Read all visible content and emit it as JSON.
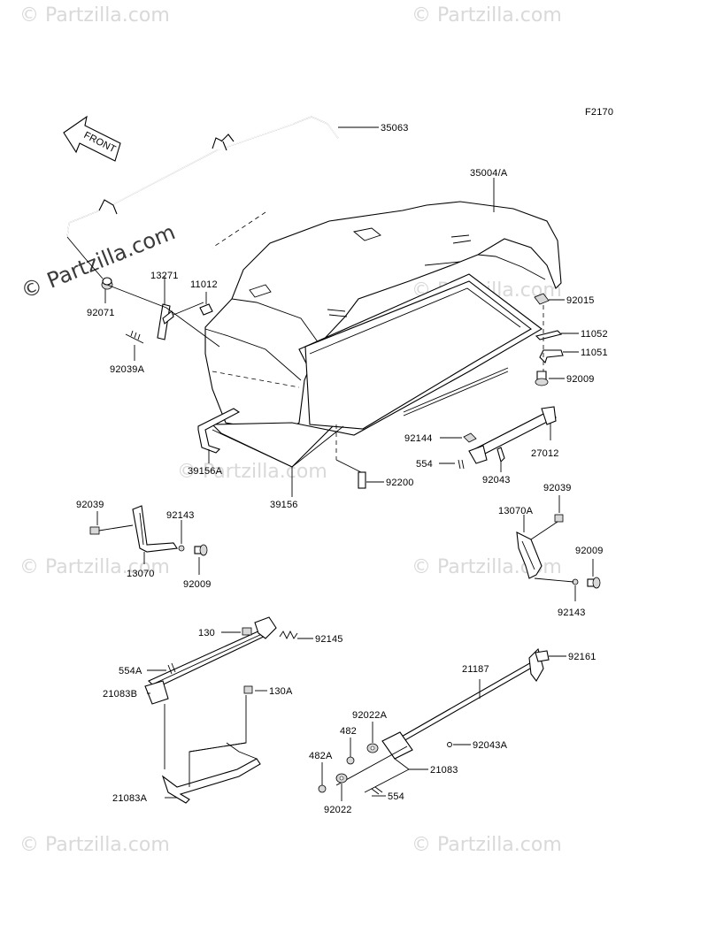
{
  "figure_code": "F2170",
  "watermark": "© Partzilla.com",
  "front_arrow_label": "FRONT",
  "labels": {
    "l35063": "35063",
    "l35004A": "35004/A",
    "l92071": "92071",
    "l13271": "13271",
    "l11012": "11012",
    "l92039A": "92039A",
    "l92015": "92015",
    "l11052": "11052",
    "l11051": "11051",
    "l92009a": "92009",
    "l92144": "92144",
    "l27012": "27012",
    "l554a": "554",
    "l92043": "92043",
    "l39156A": "39156A",
    "l39156": "39156",
    "l92200": "92200",
    "l92039a": "92039",
    "l92143a": "92143",
    "l13070": "13070",
    "l92009b": "92009",
    "l92039b": "92039",
    "l13070A": "13070A",
    "l92009c": "92009",
    "l92143b": "92143",
    "l130": "130",
    "l92145": "92145",
    "l554A": "554A",
    "l21083B": "21083B",
    "l130A": "130A",
    "l21083A": "21083A",
    "l21187": "21187",
    "l92161": "92161",
    "l92022A": "92022A",
    "l482": "482",
    "l482A": "482A",
    "l92022": "92022",
    "l92043A": "92043A",
    "l21083": "21083",
    "l554b": "554"
  }
}
